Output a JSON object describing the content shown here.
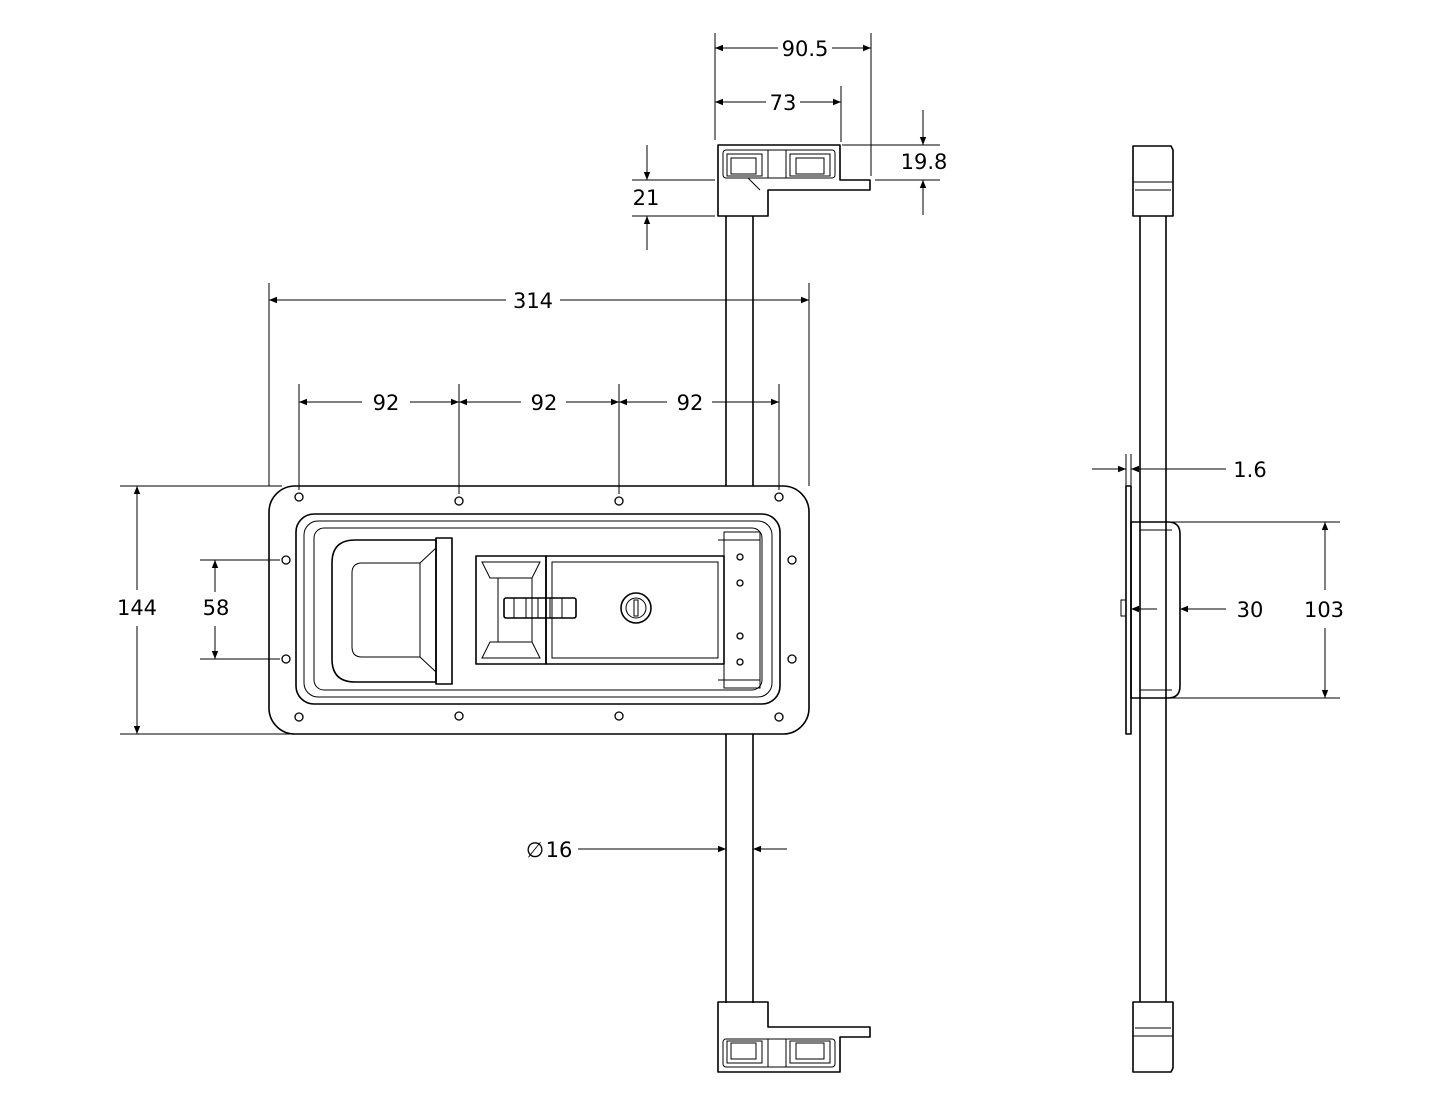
{
  "dimensions": {
    "top_latch_width": "90.5",
    "top_latch_inner": "73",
    "latch_height": "19.8",
    "latch_offset": "21",
    "overall_width": "314",
    "hole_pitch_1": "92",
    "hole_pitch_2": "92",
    "hole_pitch_3": "92",
    "overall_height": "144",
    "hole_vertical": "58",
    "rod_diameter": "16",
    "flange_thickness": "1.6",
    "body_depth": "30",
    "body_height": "103"
  },
  "symbols": {
    "diameter": "∅"
  },
  "colors": {
    "line": "#000000",
    "background": "#ffffff"
  }
}
